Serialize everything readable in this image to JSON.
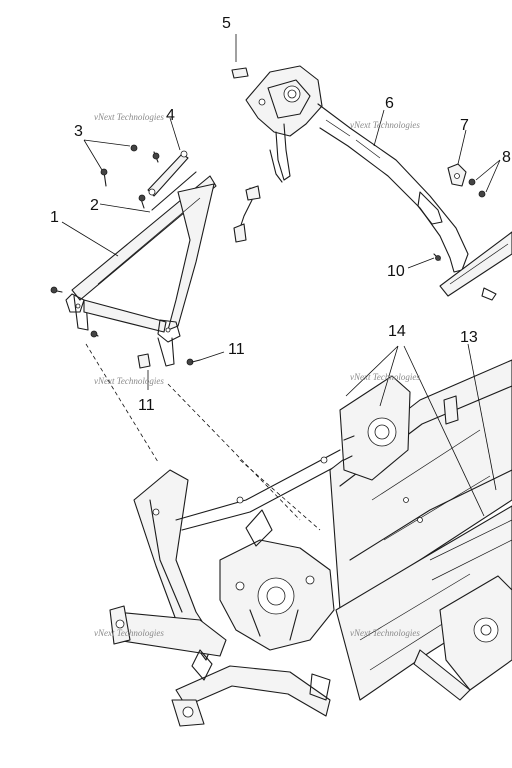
{
  "callouts": {
    "c1": "1",
    "c2": "2",
    "c3": "3",
    "c4": "4",
    "c5": "5",
    "c6": "6",
    "c7": "7",
    "c8": "8",
    "c10": "10",
    "c11a": "11",
    "c11b": "11",
    "c13": "13",
    "c14": "14"
  },
  "watermark": {
    "text": "vNext Technologies"
  }
}
